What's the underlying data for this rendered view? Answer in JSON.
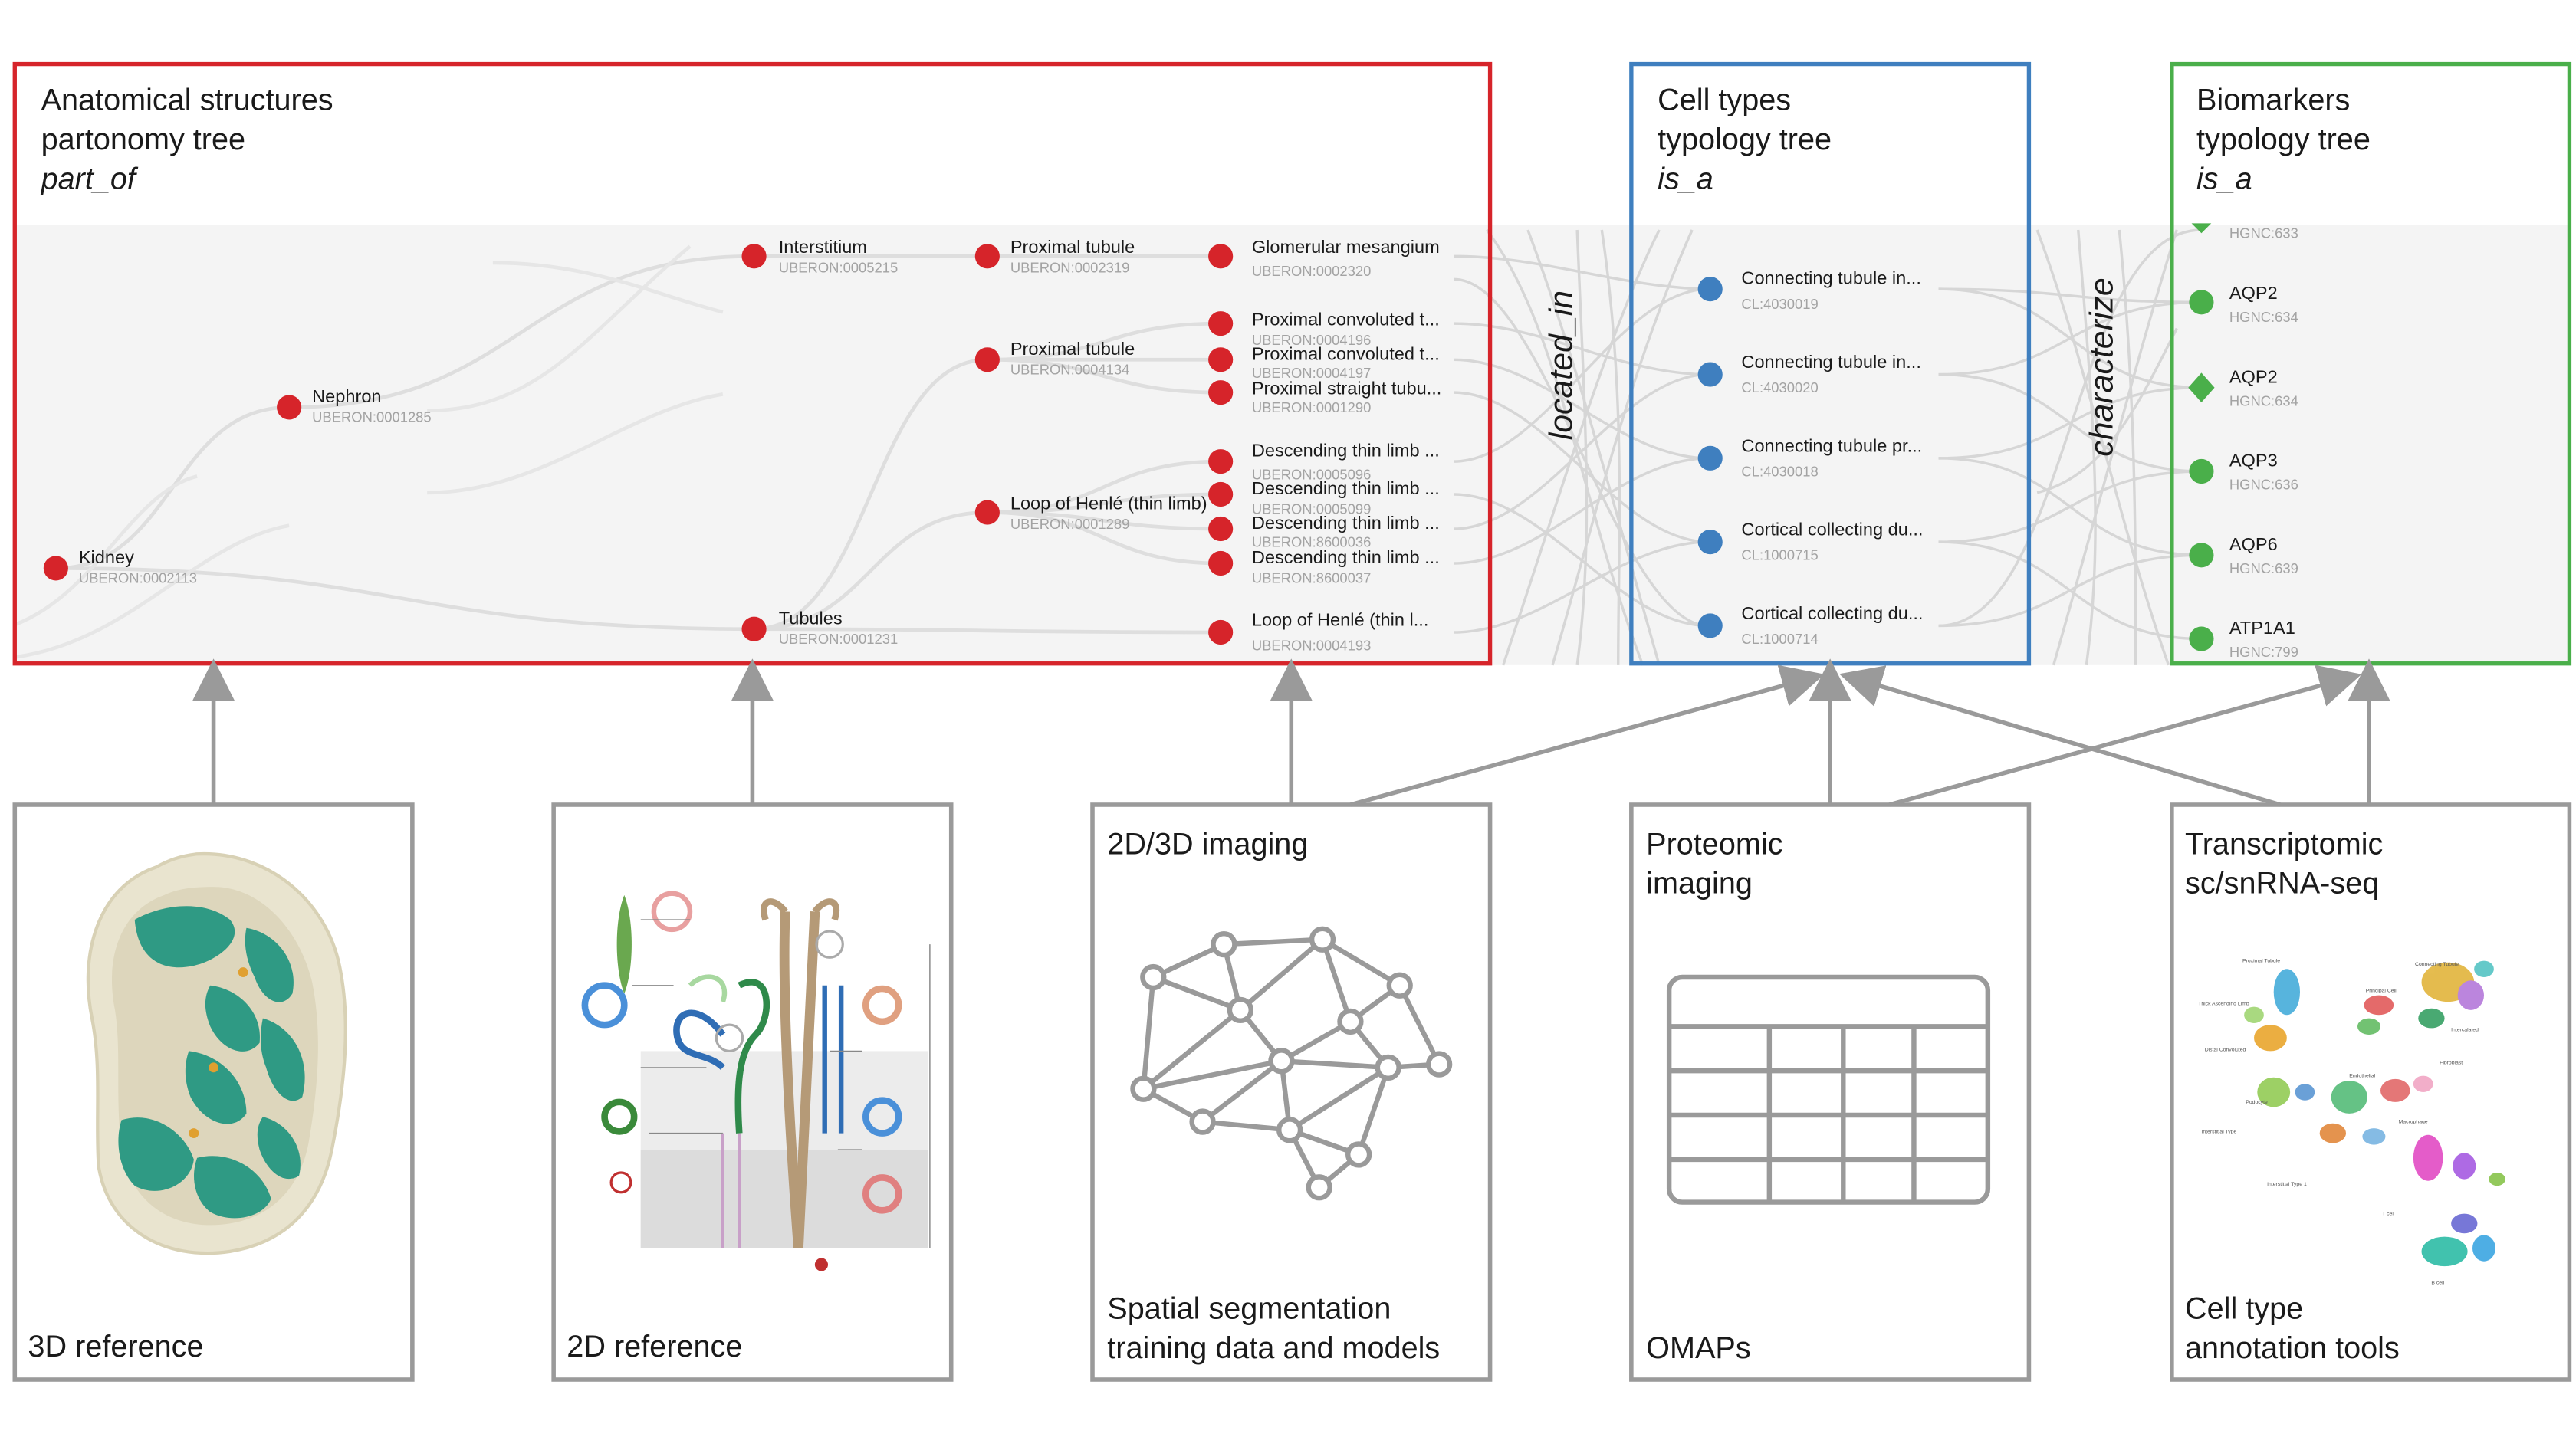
{
  "colors": {
    "anatomy": "#d6242a",
    "cell_types": "#3f7fbf",
    "biomarkers": "#4aaf4a",
    "gray_box": "#9a9a9a",
    "tree_band": "#f4f4f4",
    "link": "#dedede"
  },
  "panels": {
    "anatomy": {
      "line1": "Anatomical structures",
      "line2": "partonomy tree",
      "relation": "part_of"
    },
    "cell_types": {
      "line1": "Cell types",
      "line2": "typology tree",
      "relation": "is_a"
    },
    "biomarkers": {
      "line1": "Biomarkers",
      "line2": "typology tree",
      "relation": "is_a"
    }
  },
  "links": {
    "located_in": "located_in",
    "characterize": "characterize"
  },
  "anatomy_nodes": [
    {
      "label": "Kidney",
      "id": "UBERON:0002113"
    },
    {
      "label": "Nephron",
      "id": "UBERON:0001285"
    },
    {
      "label": "Interstitium",
      "id": "UBERON:0005215"
    },
    {
      "label": "Tubules",
      "id": "UBERON:0001231"
    },
    {
      "label": "Proximal tubule",
      "id": "UBERON:0002319"
    },
    {
      "label": "Proximal tubule",
      "id": "UBERON:0004134"
    },
    {
      "label": "Loop of Henlé (thin limb)",
      "id": "UBERON:0001289"
    },
    {
      "label": "Glomerular mesangium",
      "id": "UBERON:0002320"
    },
    {
      "label": "Proximal convoluted t...",
      "id": "UBERON:0004196"
    },
    {
      "label": "Proximal convoluted t...",
      "id": "UBERON:0004197"
    },
    {
      "label": "Proximal straight tubu...",
      "id": "UBERON:0001290"
    },
    {
      "label": "Descending thin limb ...",
      "id": "UBERON:0005096"
    },
    {
      "label": "Descending thin limb ...",
      "id": "UBERON:0005099"
    },
    {
      "label": "Descending thin limb ...",
      "id": "UBERON:8600036"
    },
    {
      "label": "Descending thin limb ...",
      "id": "UBERON:8600037"
    },
    {
      "label": "Loop of Henlé (thin l...",
      "id": "UBERON:0004193"
    }
  ],
  "cell_type_nodes": [
    {
      "label": "Connecting tubule in...",
      "id": "CL:4030019"
    },
    {
      "label": "Connecting tubule in...",
      "id": "CL:4030020"
    },
    {
      "label": "Connecting tubule pr...",
      "id": "CL:4030018"
    },
    {
      "label": "Cortical collecting du...",
      "id": "CL:1000715"
    },
    {
      "label": "Cortical collecting du...",
      "id": "CL:1000714"
    }
  ],
  "biomarker_nodes": [
    {
      "label": "",
      "id": "HGNC:633",
      "shape": "diamond"
    },
    {
      "label": "AQP2",
      "id": "HGNC:634",
      "shape": "circle"
    },
    {
      "label": "AQP2",
      "id": "HGNC:634",
      "shape": "diamond"
    },
    {
      "label": "AQP3",
      "id": "HGNC:636",
      "shape": "circle"
    },
    {
      "label": "AQP6",
      "id": "HGNC:639",
      "shape": "circle"
    },
    {
      "label": "ATP1A1",
      "id": "HGNC:799",
      "shape": "circle"
    }
  ],
  "sources": [
    {
      "top": "",
      "bottom": "3D reference",
      "icon": "kidney-3d-icon"
    },
    {
      "top": "",
      "bottom": "2D reference",
      "icon": "nephron-illustration-icon"
    },
    {
      "top": "2D/3D imaging",
      "bottom_line1": "Spatial segmentation",
      "bottom_line2": "training data and models",
      "icon": "network-icon"
    },
    {
      "top_line1": "Proteomic",
      "top_line2": "imaging",
      "bottom": "OMAPs",
      "icon": "table-icon"
    },
    {
      "top_line1": "Transcriptomic",
      "top_line2": "sc/snRNA-seq",
      "bottom_line1": "Cell type",
      "bottom_line2": "annotation tools",
      "icon": "umap-scatter-icon"
    }
  ]
}
